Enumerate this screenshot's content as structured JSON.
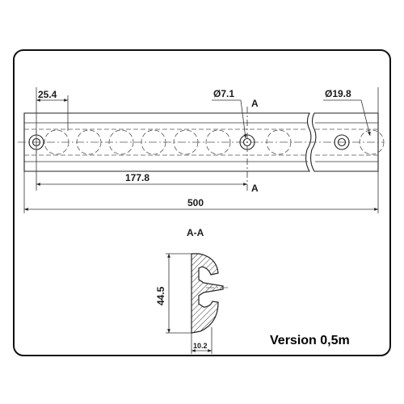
{
  "drawing": {
    "dimensions": {
      "pitch": "25.4",
      "hole_small": "Ø7.1",
      "hole_large": "Ø19.8",
      "hole_offset": "177.8",
      "total_length": "500",
      "profile_height": "44.5",
      "profile_width": "10.2"
    },
    "section_marker": "A",
    "section_title": "A-A",
    "version_label": "Version 0,5m"
  }
}
